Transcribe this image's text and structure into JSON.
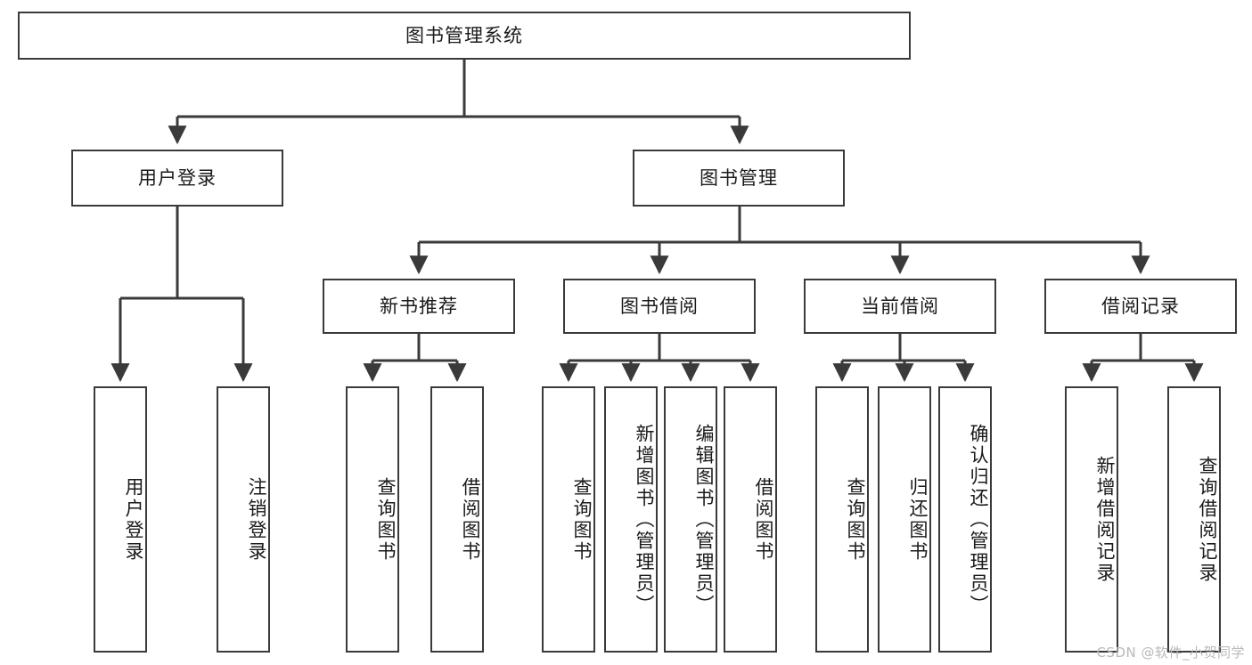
{
  "diagram": {
    "type": "tree-hierarchy",
    "title": "图书管理系统",
    "watermark": "CSDN @软件_小贺同学",
    "colors": {
      "box_border": "#3a3a3a",
      "box_fill": "#ffffff",
      "connector": "#3a3a3a",
      "text": "#1a1a1a",
      "watermark": "#b9b9b9"
    },
    "root": {
      "label": "图书管理系统"
    },
    "level2": [
      {
        "label": "用户登录"
      },
      {
        "label": "图书管理"
      }
    ],
    "level3": [
      {
        "label": "新书推荐"
      },
      {
        "label": "图书借阅"
      },
      {
        "label": "当前借阅"
      },
      {
        "label": "借阅记录"
      }
    ],
    "leaves_user_login": [
      {
        "label": "用户登录"
      },
      {
        "label": "注销登录"
      }
    ],
    "leaves_new_book": [
      {
        "label": "查询图书"
      },
      {
        "label": "借阅图书"
      }
    ],
    "leaves_borrow": [
      {
        "label": "查询图书"
      },
      {
        "label": "新增图书（管理员）"
      },
      {
        "label": "编辑图书（管理员）"
      },
      {
        "label": "借阅图书"
      }
    ],
    "leaves_current": [
      {
        "label": "查询图书"
      },
      {
        "label": "归还图书"
      },
      {
        "label": "确认归还（管理员）"
      }
    ],
    "leaves_record": [
      {
        "label": "新增借阅记录"
      },
      {
        "label": "查询借阅记录"
      }
    ]
  }
}
